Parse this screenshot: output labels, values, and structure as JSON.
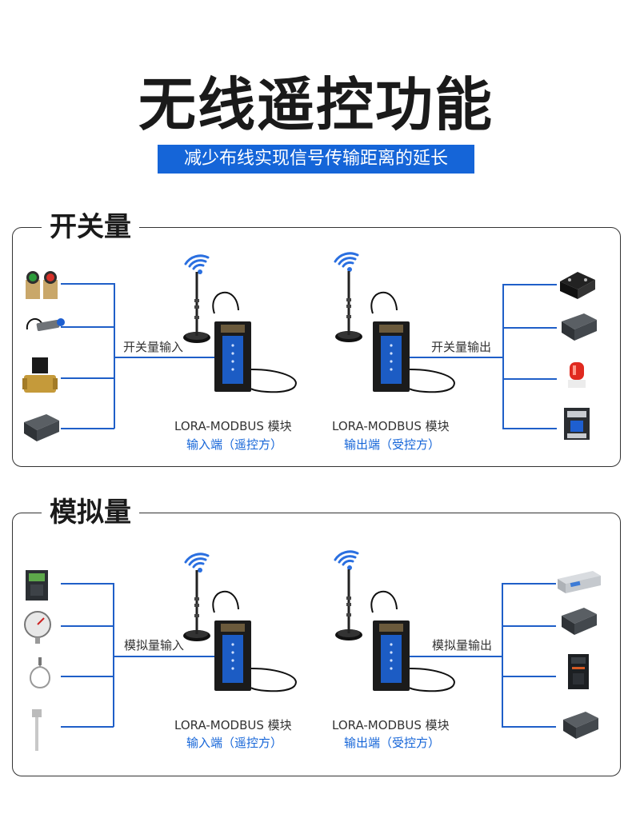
{
  "header": {
    "title": "无线遥控功能",
    "subtitle": "减少布线实现信号传输距离的延长"
  },
  "switch_section": {
    "title": "开关量",
    "input_label": "开关量输入",
    "output_label": "开关量输出",
    "left_module": {
      "name": "LORA-MODBUS 模块",
      "role": "输入端（遥控方）"
    },
    "right_module": {
      "name": "LORA-MODBUS 模块",
      "role": "输出端（受控方）"
    }
  },
  "analog_section": {
    "title": "模拟量",
    "input_label": "模拟量输入",
    "output_label": "模拟量输出",
    "left_module": {
      "name": "LORA-MODBUS 模块",
      "role": "输入端（遥控方）"
    },
    "right_module": {
      "name": "LORA-MODBUS 模块",
      "role": "输出端（受控方）"
    }
  },
  "colors": {
    "accent": "#1565d8",
    "wire": "#1f5fc8",
    "wifi": "#2a6fe0",
    "border": "#333333"
  },
  "icons": {
    "switch_inputs": [
      "push-button-icon",
      "proximity-sensor-icon",
      "solenoid-valve-icon",
      "plc-module-icon"
    ],
    "switch_outputs": [
      "solid-state-relay-icon",
      "plc-module-icon",
      "warning-light-icon",
      "contactor-icon"
    ],
    "analog_inputs": [
      "frequency-inverter-icon",
      "pressure-gauge-icon",
      "temperature-probe-icon",
      "thermocouple-icon"
    ],
    "analog_outputs": [
      "power-meter-icon",
      "plc-module-icon",
      "frequency-inverter-icon",
      "plc-module-icon"
    ]
  }
}
